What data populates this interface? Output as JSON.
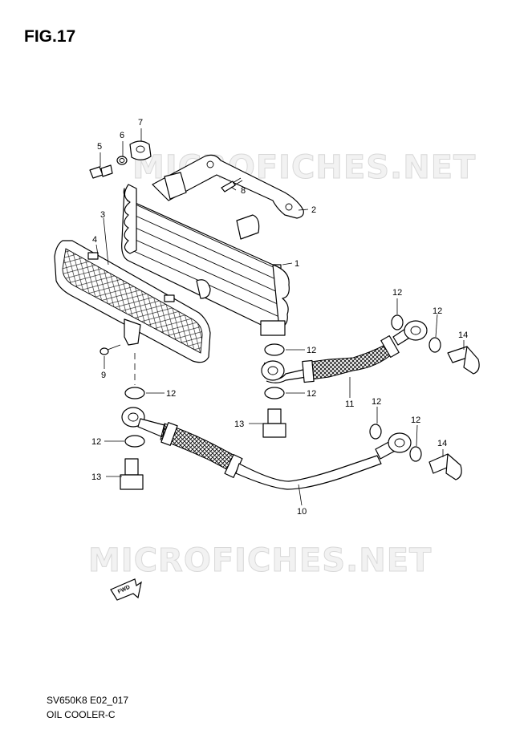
{
  "figure": {
    "title": "FIG.17",
    "code": "SV650K8 E02_017",
    "name": "OIL COOLER-C"
  },
  "watermark": "MICROFICHES.NET",
  "fwd_label": "FWD",
  "callouts": [
    {
      "id": "c1",
      "label": "1"
    },
    {
      "id": "c2",
      "label": "2"
    },
    {
      "id": "c3",
      "label": "3"
    },
    {
      "id": "c4",
      "label": "4"
    },
    {
      "id": "c5",
      "label": "5"
    },
    {
      "id": "c6",
      "label": "6"
    },
    {
      "id": "c7",
      "label": "7"
    },
    {
      "id": "c8",
      "label": "8"
    },
    {
      "id": "c9",
      "label": "9"
    },
    {
      "id": "c10",
      "label": "10"
    },
    {
      "id": "c11",
      "label": "11"
    },
    {
      "id": "c12a",
      "label": "12"
    },
    {
      "id": "c12b",
      "label": "12"
    },
    {
      "id": "c12c",
      "label": "12"
    },
    {
      "id": "c12d",
      "label": "12"
    },
    {
      "id": "c12e",
      "label": "12"
    },
    {
      "id": "c12f",
      "label": "12"
    },
    {
      "id": "c12g",
      "label": "12"
    },
    {
      "id": "c12h",
      "label": "12"
    },
    {
      "id": "c13a",
      "label": "13"
    },
    {
      "id": "c13b",
      "label": "13"
    },
    {
      "id": "c14a",
      "label": "14"
    },
    {
      "id": "c14b",
      "label": "14"
    }
  ]
}
